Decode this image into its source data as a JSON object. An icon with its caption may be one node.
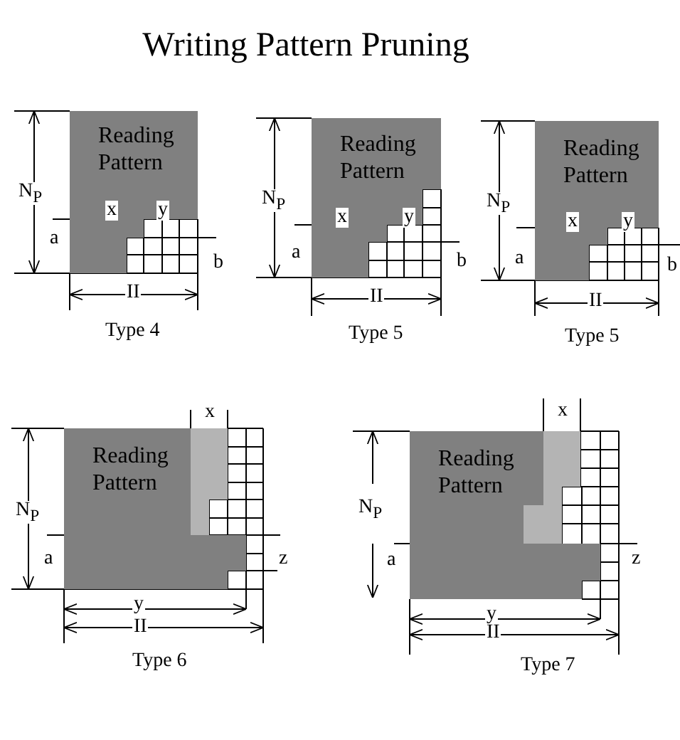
{
  "diagram": {
    "title": "Writing Pattern Pruning",
    "nodes": [
      {
        "text": [
          "Reading Pattern"
        ],
        "beside": [
          "Type 4"
        ]
      },
      {
        "text": [
          "Reading Pattern"
        ],
        "beside": [
          "Type 5"
        ]
      },
      {
        "text": [
          "Reading Pattern"
        ],
        "beside": [
          "Type 5"
        ]
      },
      {
        "text": [
          "Reading Pattern"
        ],
        "beside": [
          "Type 6"
        ]
      },
      {
        "text": [
          "Reading Pattern"
        ],
        "beside": [
          "Type 7"
        ]
      }
    ],
    "edges": [],
    "labels": [
      "N$_{P}$",
      "x",
      "y",
      "a",
      "b",
      "II",
      "N$_{P}$",
      "x",
      "y",
      "a",
      "b",
      "II",
      "N$_{P}$",
      "x",
      "y",
      "a",
      "b",
      "II",
      "x",
      "N$_{P}$",
      "a",
      "z",
      "y",
      "II",
      "x",
      "N$_{P}$",
      "a",
      "z",
      "y",
      "II"
    ]
  }
}
